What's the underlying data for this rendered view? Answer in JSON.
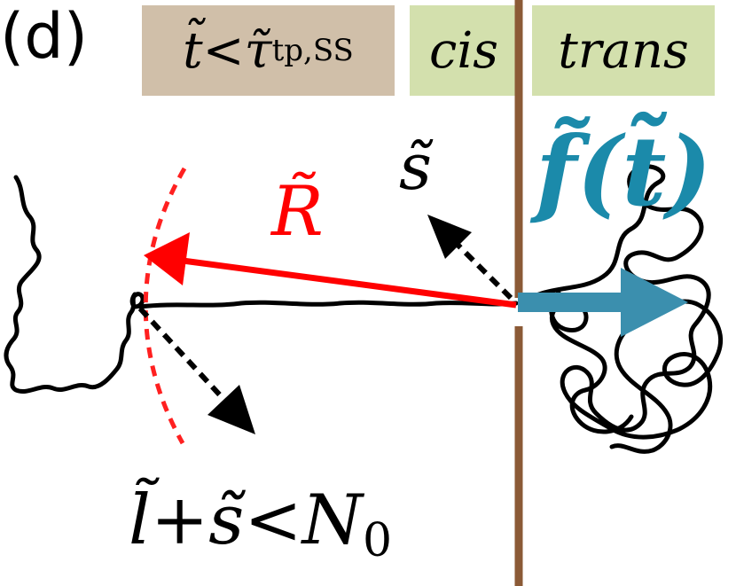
{
  "panel_label": "(d)",
  "boxes": {
    "time_condition": "t̃<τ̃",
    "time_subscript": "tp,SS",
    "cis": "cis",
    "trans": "trans"
  },
  "labels": {
    "end_to_end": "R̃",
    "segment": "s̃",
    "force": "f̃(t̃)",
    "condition": "l̃+s̃<N",
    "condition_subscript": "0"
  },
  "colors": {
    "box_time_bg": "#d0bfa9",
    "box_cis_bg": "#d3e0ad",
    "box_trans_bg": "#d3e0ad",
    "membrane": "#8b5a36",
    "end_to_end_vector": "#ff0000",
    "force_arrow": "#3b8fae",
    "force_label": "#1b8aaa",
    "polymer": "#000000"
  }
}
